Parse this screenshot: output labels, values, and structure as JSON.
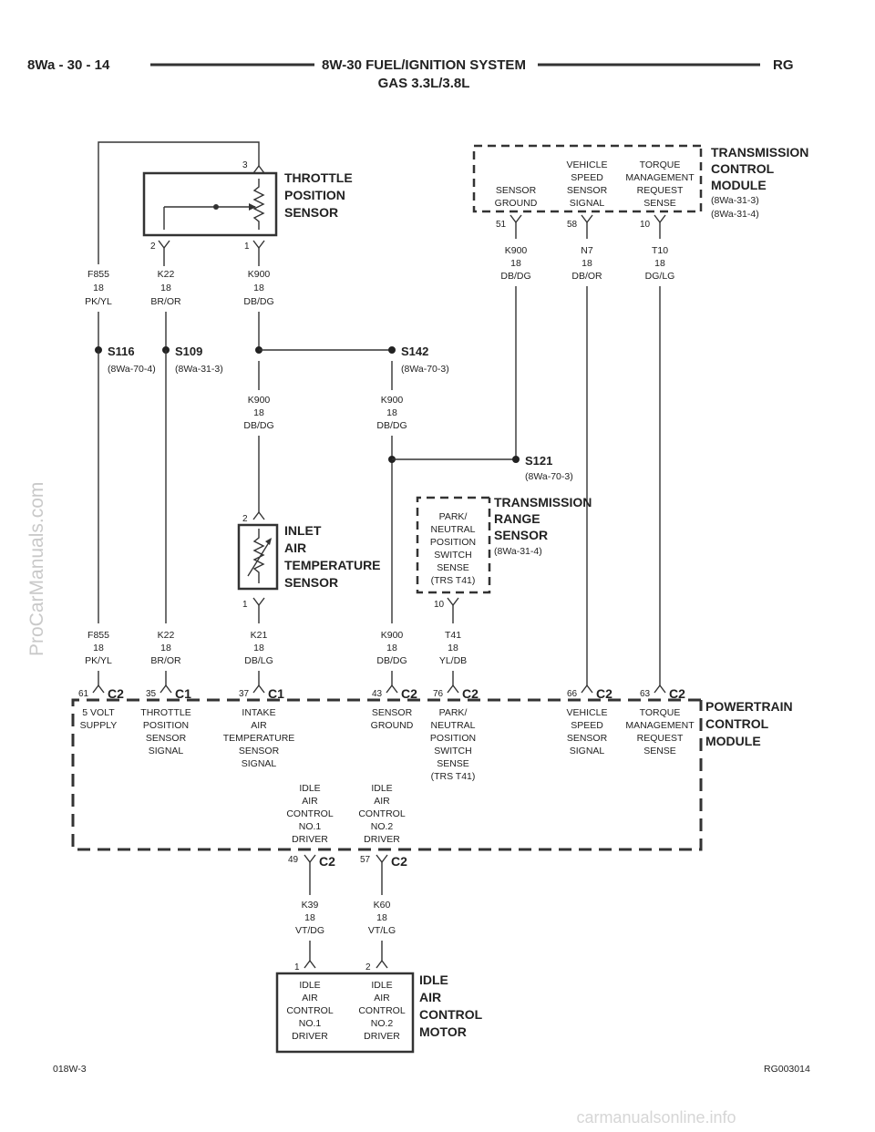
{
  "header": {
    "left": "8Wa - 30 - 14",
    "title_line1": "8W-30 FUEL/IGNITION SYSTEM",
    "title_line2": "GAS 3.3L/3.8L",
    "right": "RG"
  },
  "footer": {
    "left": "018W-3",
    "right": "RG003014"
  },
  "watermarks": {
    "side": "ProCarManuals.com",
    "bottom": "carmanualsonline.info"
  },
  "components": {
    "tps": {
      "title": [
        "THROTTLE",
        "POSITION",
        "SENSOR"
      ],
      "pins": [
        "3",
        "2",
        "1"
      ]
    },
    "tcm": {
      "title": [
        "TRANSMISSION",
        "CONTROL",
        "MODULE"
      ],
      "refs": [
        "(8Wa-31-3)",
        "(8Wa-31-4)"
      ],
      "circuits": [
        {
          "label": [
            "SENSOR",
            "GROUND"
          ],
          "pin": "51"
        },
        {
          "label": [
            "VEHICLE",
            "SPEED",
            "SENSOR",
            "SIGNAL"
          ],
          "pin": "58"
        },
        {
          "label": [
            "TORQUE",
            "MANAGEMENT",
            "REQUEST",
            "SENSE"
          ],
          "pin": "10"
        }
      ]
    },
    "iat": {
      "title": [
        "INLET",
        "AIR",
        "TEMPERATURE",
        "SENSOR"
      ],
      "pins": [
        "2",
        "1"
      ]
    },
    "trs": {
      "title": [
        "TRANSMISSION",
        "RANGE",
        "SENSOR"
      ],
      "ref": "(8Wa-31-4)",
      "label": [
        "PARK/",
        "NEUTRAL",
        "POSITION",
        "SWITCH",
        "SENSE",
        "(TRS T41)"
      ],
      "pin": "10"
    },
    "pcm": {
      "title": [
        "POWERTRAIN",
        "CONTROL",
        "MODULE"
      ],
      "top": [
        {
          "pin": "61",
          "conn": "C2",
          "label": [
            "5 VOLT",
            "SUPPLY"
          ]
        },
        {
          "pin": "35",
          "conn": "C1",
          "label": [
            "THROTTLE",
            "POSITION",
            "SENSOR",
            "SIGNAL"
          ]
        },
        {
          "pin": "37",
          "conn": "C1",
          "label": [
            "INTAKE",
            "AIR",
            "TEMPERATURE",
            "SENSOR",
            "SIGNAL"
          ]
        },
        {
          "pin": "43",
          "conn": "C2",
          "label": [
            "SENSOR",
            "GROUND"
          ]
        },
        {
          "pin": "76",
          "conn": "C2",
          "label": [
            "PARK/",
            "NEUTRAL",
            "POSITION",
            "SWITCH",
            "SENSE",
            "(TRS T41)"
          ]
        },
        {
          "pin": "66",
          "conn": "C2",
          "label": [
            "VEHICLE",
            "SPEED",
            "SENSOR",
            "SIGNAL"
          ]
        },
        {
          "pin": "63",
          "conn": "C2",
          "label": [
            "TORQUE",
            "MANAGEMENT",
            "REQUEST",
            "SENSE"
          ]
        }
      ],
      "bottom": [
        {
          "pin": "49",
          "conn": "C2",
          "label": [
            "IDLE",
            "AIR",
            "CONTROL",
            "NO.1",
            "DRIVER"
          ]
        },
        {
          "pin": "57",
          "conn": "C2",
          "label": [
            "IDLE",
            "AIR",
            "CONTROL",
            "NO.2",
            "DRIVER"
          ]
        }
      ]
    },
    "iac": {
      "title": [
        "IDLE",
        "AIR",
        "CONTROL",
        "MOTOR"
      ],
      "pins": [
        "1",
        "2"
      ],
      "labels": [
        [
          "IDLE",
          "AIR",
          "CONTROL",
          "NO.1",
          "DRIVER"
        ],
        [
          "IDLE",
          "AIR",
          "CONTROL",
          "NO.2",
          "DRIVER"
        ]
      ]
    }
  },
  "splices": [
    {
      "id": "S116",
      "ref": "(8Wa-70-4)"
    },
    {
      "id": "S109",
      "ref": "(8Wa-31-3)"
    },
    {
      "id": "S142",
      "ref": "(8Wa-70-3)"
    },
    {
      "id": "S121",
      "ref": "(8Wa-70-3)"
    }
  ],
  "wires": {
    "f855_top": [
      "F855",
      "18",
      "PK/YL"
    ],
    "k22_top": [
      "K22",
      "18",
      "BR/OR"
    ],
    "k900_tps": [
      "K900",
      "18",
      "DB/DG"
    ],
    "k900_tcm": [
      "K900",
      "18",
      "DB/DG"
    ],
    "n7": [
      "N7",
      "18",
      "DB/OR"
    ],
    "t10": [
      "T10",
      "18",
      "DG/LG"
    ],
    "k900_mid1": [
      "K900",
      "18",
      "DB/DG"
    ],
    "k900_mid2": [
      "K900",
      "18",
      "DB/DG"
    ],
    "f855_bot": [
      "F855",
      "18",
      "PK/YL"
    ],
    "k22_bot": [
      "K22",
      "18",
      "BR/OR"
    ],
    "k21": [
      "K21",
      "18",
      "DB/LG"
    ],
    "k900_bot": [
      "K900",
      "18",
      "DB/DG"
    ],
    "t41": [
      "T41",
      "18",
      "YL/DB"
    ],
    "k39": [
      "K39",
      "18",
      "VT/DG"
    ],
    "k60": [
      "K60",
      "18",
      "VT/LG"
    ]
  }
}
